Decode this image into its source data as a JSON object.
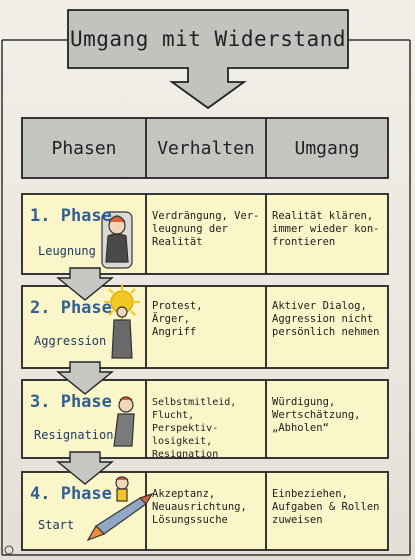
{
  "title": "Umgang mit Widerstand",
  "headers": [
    "Phasen",
    "Verhalten",
    "Umgang"
  ],
  "rows": [
    {
      "phase": "1. Phase",
      "name": "Leugnung",
      "verhalten": "Verdrängung, Ver-\nleugnung der\nRealität",
      "umgang": "Realität klären,\nimmer wieder kon-\nfrontieren"
    },
    {
      "phase": "2. Phase",
      "name": "Aggression",
      "verhalten": "Protest,\nÄrger,\nAngriff",
      "umgang": "Aktiver Dialog,\nAggression nicht\npersönlich nehmen"
    },
    {
      "phase": "3. Phase",
      "name": "Resignation",
      "verhalten": "Selbstmitleid,\nFlucht, Perspektiv-\nlosigkeit, Resignation",
      "umgang": "Würdigung,\nWertschätzung,\n„Abholen“"
    },
    {
      "phase": "4. Phase",
      "name": "Start",
      "verhalten": "Akzeptanz,\nNeuausrichtung,\nLösungssuche",
      "umgang": "Einbeziehen,\nAufgaben & Rollen\nzuweisen"
    }
  ],
  "colors": {
    "ink": "#222222",
    "fill": "#fbf6c9",
    "phase_blue": "#2f5f94",
    "grey": "#b9b9b6",
    "sun": "#f2c623",
    "accent": "#d4623a"
  },
  "icons": [
    "thinking-person-icon",
    "angry-person-sun-icon",
    "sad-person-icon",
    "rocket-person-icon"
  ]
}
